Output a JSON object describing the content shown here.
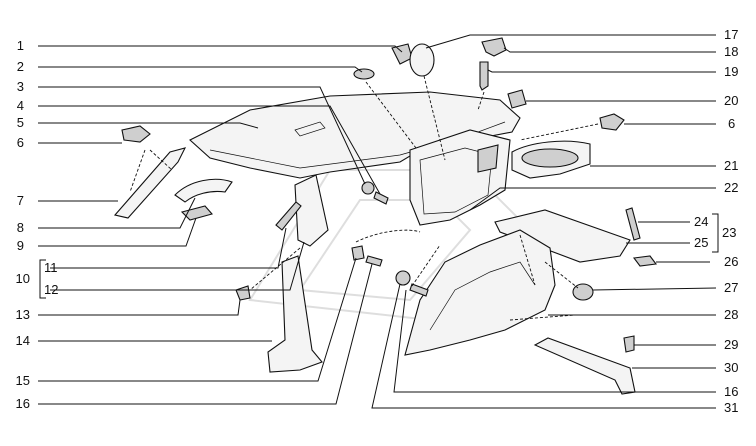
{
  "diagram": {
    "left_labels": [
      "1",
      "2",
      "3",
      "4",
      "5",
      "6",
      "7",
      "8",
      "9",
      "10",
      "11",
      "12",
      "13",
      "14",
      "15",
      "16"
    ],
    "right_labels": [
      "17",
      "18",
      "19",
      "20",
      "6",
      "21",
      "22",
      "24",
      "25",
      "23",
      "26",
      "27",
      "28",
      "29",
      "30",
      "16",
      "31"
    ]
  }
}
